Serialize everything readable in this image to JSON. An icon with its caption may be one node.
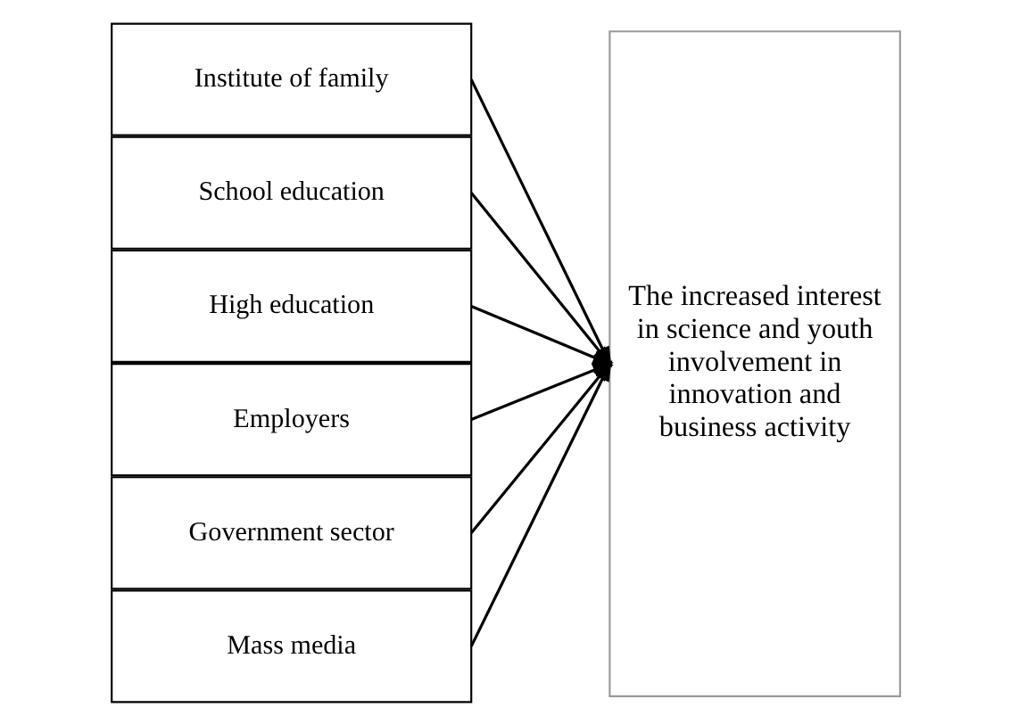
{
  "diagram": {
    "nodes": [
      {
        "text": [
          "Institute of family"
        ]
      },
      {
        "text": [
          "School education"
        ]
      },
      {
        "text": [
          "High education"
        ]
      },
      {
        "text": [
          "Employers"
        ]
      },
      {
        "text": [
          "Government sector"
        ]
      },
      {
        "text": [
          "Mass media"
        ]
      },
      {
        "text": [
          "The increased interest in science and youth involvement in innovation and business activity"
        ]
      }
    ],
    "edges": [
      {
        "from": 0,
        "to": 6,
        "arrow": "to"
      },
      {
        "from": 1,
        "to": 6,
        "arrow": "to"
      },
      {
        "from": 2,
        "to": 6,
        "arrow": "to"
      },
      {
        "from": 3,
        "to": 6,
        "arrow": "to"
      },
      {
        "from": 4,
        "to": 6,
        "arrow": "to"
      },
      {
        "from": 5,
        "to": 6,
        "arrow": "to"
      }
    ]
  }
}
